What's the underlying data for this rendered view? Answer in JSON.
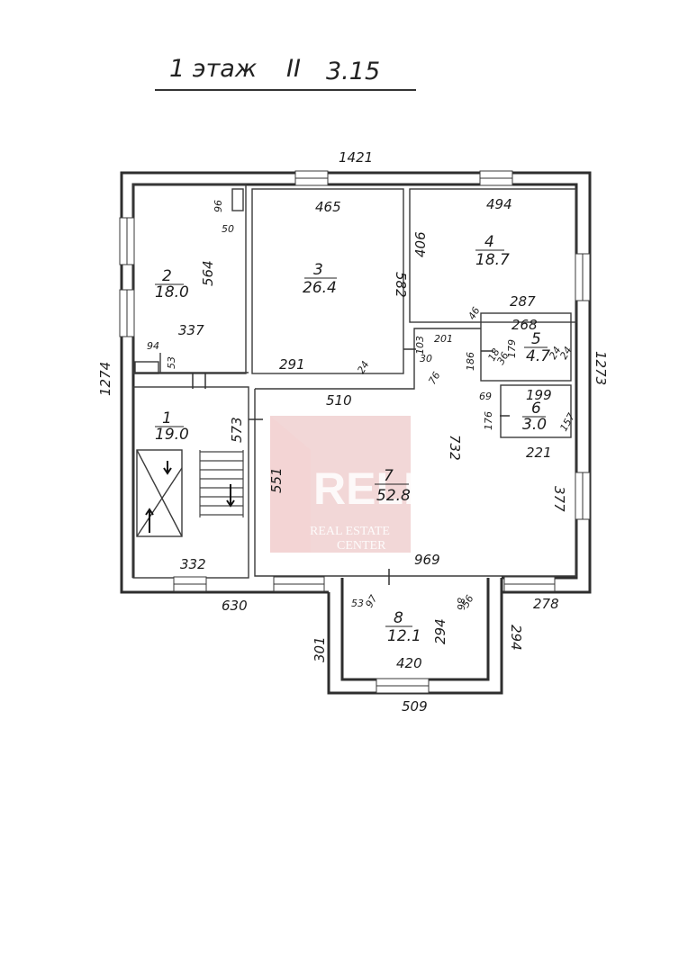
{
  "title": {
    "floor": "1 этаж",
    "letter": "II",
    "scale": "3.15"
  },
  "rooms": [
    {
      "number": "1",
      "area": "19.0"
    },
    {
      "number": "2",
      "area": "18.0"
    },
    {
      "number": "3",
      "area": "26.4"
    },
    {
      "number": "4",
      "area": "18.7"
    },
    {
      "number": "5",
      "area": "4.7"
    },
    {
      "number": "6",
      "area": "3.0"
    },
    {
      "number": "7",
      "area": "52.8"
    },
    {
      "number": "8",
      "area": "12.1"
    }
  ],
  "dimensions": {
    "overall_top": "1421",
    "overall_left": "1274",
    "overall_right": "1273",
    "bottom_left": "630",
    "bottom_right": "278",
    "bay_bottom": "509",
    "bay_left": "301",
    "bay_right": "294",
    "r2_height": "564",
    "r2_width": "337",
    "r2_a": "96",
    "r2_b": "50",
    "r2_c": "94",
    "r2_d": "53",
    "r3_top": "465",
    "r3_right": "582",
    "r3_bottom": "291",
    "r3_d": "24",
    "r4_top": "494",
    "r4_left": "406",
    "r4_bottom": "287",
    "r4_d": "46",
    "corr_a": "103",
    "corr_b": "30",
    "corr_c": "76",
    "corr_d": "201",
    "corr_e": "186",
    "r5_top": "268",
    "r5_left": "179",
    "r5_a": "18",
    "r5_b": "36",
    "r5_c": "24",
    "r5_d": "24",
    "r6_top": "199",
    "r6_left": "176",
    "r6_bottom": "221",
    "r6_a": "69",
    "r6_b": "157",
    "r1_right": "573",
    "r1_bottom": "332",
    "r7_top": "510",
    "r7_left": "551",
    "r7_center": "732",
    "r7_right": "377",
    "r7_bottom": "969",
    "r8_a": "53",
    "r8_b": "97",
    "r8_c": "86",
    "r8_d": "56",
    "r8_height": "294",
    "r8_width": "420"
  },
  "watermark": {
    "brand": "RELIFE",
    "line1": "REAL ESTATE",
    "line2": "CENTER"
  }
}
